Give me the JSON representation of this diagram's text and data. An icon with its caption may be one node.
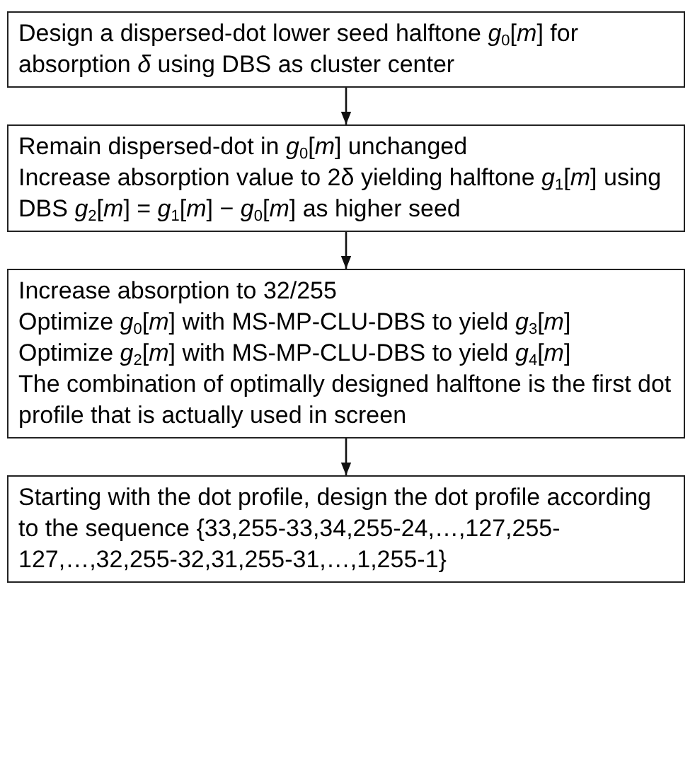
{
  "diagram": {
    "nodes": [
      {
        "text": [
          "Design a dispersed-dot lower seed halftone *g*$_{0}$[*m*] for absorption *δ* using DBS as cluster center"
        ]
      },
      {
        "text": [
          "Remain dispersed-dot in *g*$_{0}$[*m*] unchanged",
          "Increase absorption value to 2δ yielding halftone *g*$_{1}$[*m*] using DBS *g*$_{2}$[*m*] = *g*$_{1}$[*m*] − *g*$_{0}$[*m*] as higher seed"
        ]
      },
      {
        "text": [
          "Increase absorption to 32/255",
          "Optimize *g*$_{0}$[*m*] with MS-MP-CLU-DBS to yield *g*$_{3}$[*m*]",
          "Optimize *g*$_{2}$[*m*] with MS-MP-CLU-DBS to yield *g*$_{4}$[*m*]",
          "The combination of optimally designed halftone is the first dot profile that is actually  used in screen"
        ]
      },
      {
        "text": [
          "Starting with the dot profile, design the dot profile according to the sequence {33,255-33,34,255-24,…,127,255-127,…,32,255-32,31,255-31,…,1,255-1}"
        ]
      }
    ],
    "edges": [
      {
        "from": 0,
        "to": 1,
        "arrow": "to"
      },
      {
        "from": 1,
        "to": 2,
        "arrow": "to"
      },
      {
        "from": 2,
        "to": 3,
        "arrow": "to"
      }
    ]
  }
}
